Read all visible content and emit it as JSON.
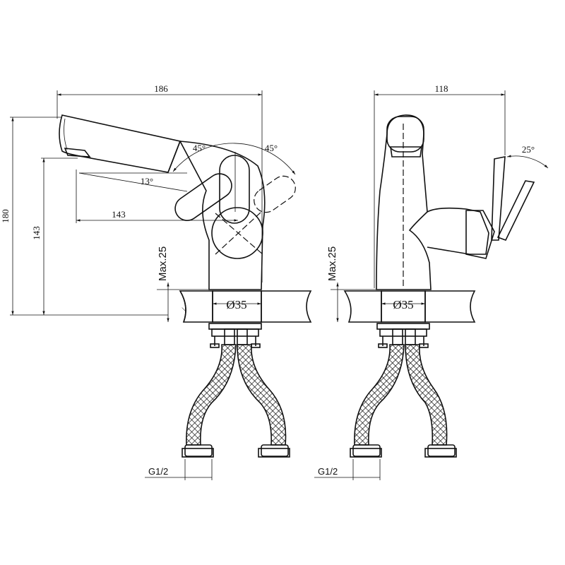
{
  "side_view": {
    "width_label": "186",
    "total_height_label": "180",
    "spout_height_label": "143",
    "reach_label": "143",
    "angle_left_label": "45°",
    "angle_right_label": "45°",
    "spout_angle_label": "13°",
    "max_thickness_label": "Max.25",
    "hole_diameter_label": "Ø35",
    "thread_label": "G1/2"
  },
  "front_view": {
    "width_label": "118",
    "lever_angle_label": "25°",
    "max_thickness_label": "Max.25",
    "hole_diameter_label": "Ø35",
    "thread_label": "G1/2"
  },
  "colors": {
    "line": "#111111",
    "background": "#ffffff"
  }
}
